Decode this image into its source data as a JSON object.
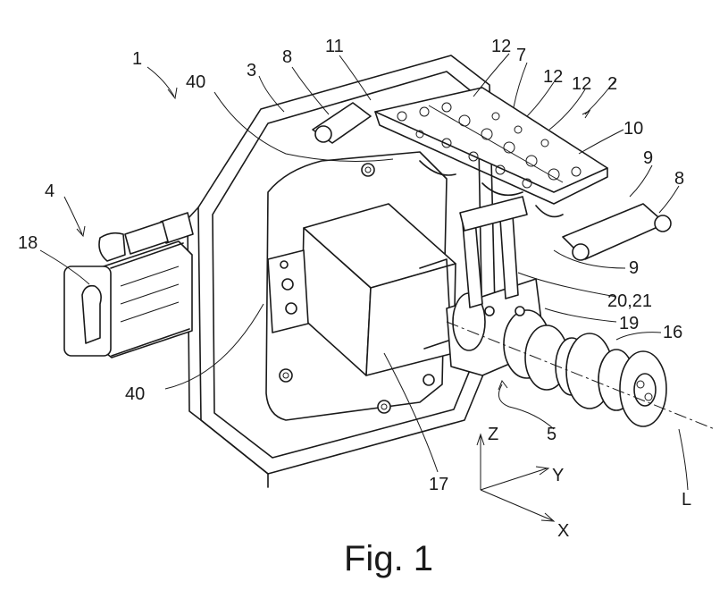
{
  "caption": "Fig. 1",
  "reference_labels": {
    "l1": "1",
    "l2": "2",
    "l3": "3",
    "l4": "4",
    "l5": "5",
    "l7": "7",
    "l8a": "8",
    "l8b": "8",
    "l9a": "9",
    "l9b": "9",
    "l10": "10",
    "l11": "11",
    "l12a": "12",
    "l12b": "12",
    "l12c": "12",
    "l16": "16",
    "l17": "17",
    "l18": "18",
    "l19": "19",
    "l20": "20,21",
    "l40a": "40",
    "l40b": "40",
    "lL": "L"
  },
  "axes": {
    "z": "Z",
    "y": "Y",
    "x": "X"
  }
}
